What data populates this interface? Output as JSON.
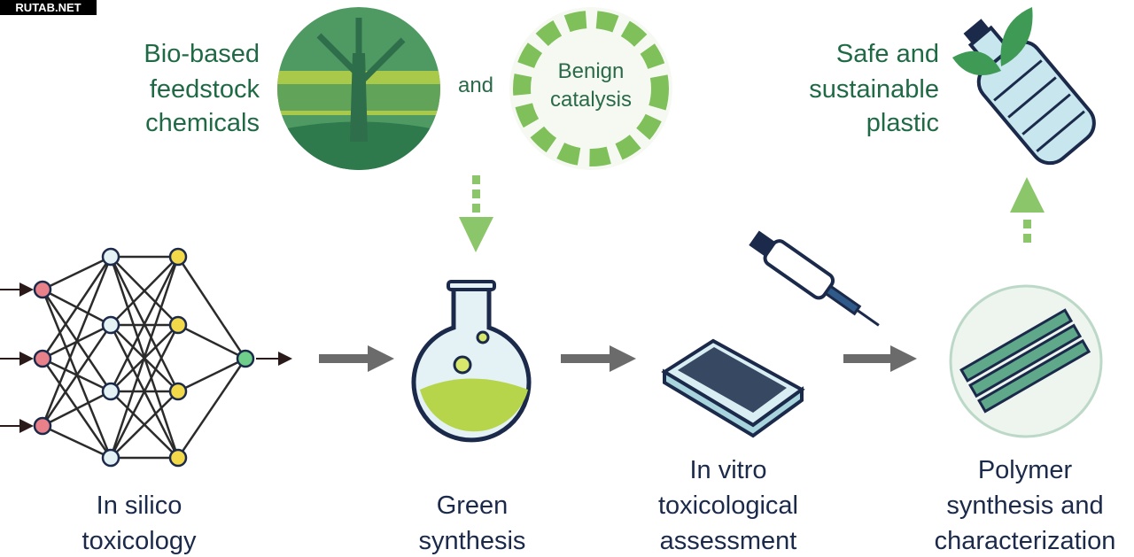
{
  "watermark": "RUTAB.NET",
  "top": {
    "feedstock": [
      "Bio-based",
      "feedstock",
      "chemicals"
    ],
    "and": "and",
    "catalysis": [
      "Benign",
      "catalysis"
    ],
    "plastic": [
      "Safe and",
      "sustainable",
      "plastic"
    ]
  },
  "steps": [
    {
      "lines": [
        "In silico",
        "toxicology"
      ]
    },
    {
      "lines": [
        "Green",
        "synthesis"
      ]
    },
    {
      "lines": [
        "In vitro",
        "toxicological",
        "assessment"
      ]
    },
    {
      "lines": [
        "Polymer",
        "synthesis and",
        "characterization"
      ]
    }
  ],
  "colors": {
    "green_text": "#1f6a45",
    "label_text": "#1b2a4a",
    "arrow_gray": "#6b6b6b",
    "light_green": "#8cc66a"
  }
}
